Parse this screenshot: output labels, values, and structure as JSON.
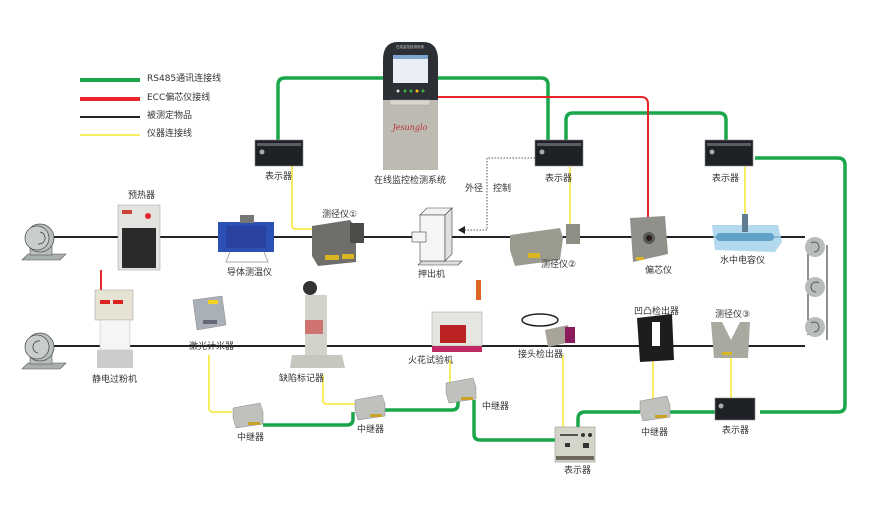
{
  "legend": [
    {
      "label": "RS485通讯连接线",
      "color": "#1aa64a"
    },
    {
      "label": "ECC偏芯仪接线",
      "color": "#e8262a"
    },
    {
      "label": "被测定物品",
      "color": "#222222"
    },
    {
      "label": "仪器连接线",
      "color": "#f5e52a"
    }
  ],
  "colors": {
    "rs485": "#1aa64a",
    "ecc": "#e8262a",
    "product": "#222222",
    "instrument": "#f5e52a",
    "control": "#555555"
  },
  "monitor": {
    "label": "在线监控检测系统",
    "screen_title": "在线监控检测系统",
    "brand": "Jesunglo"
  },
  "control_labels": {
    "diameter": "外径",
    "control": "控制"
  },
  "devices": {
    "preheater": "预热器",
    "conductor_temp": "导体测温仪",
    "gauge1": "测径仪①",
    "extruder": "押出机",
    "gauge2": "测径仪②",
    "eccentric": "偏芯仪",
    "capacitance": "水中电容仪",
    "powder": "静电过粉机",
    "laser_meter": "激光计米器",
    "marker": "缺陷标记器",
    "spark": "火花试验机",
    "joint": "接头检出器",
    "lump": "凹凸检出器",
    "gauge3": "测径仪③"
  },
  "displays": {
    "d1": "表示器",
    "d2": "表示器",
    "d3": "表示器",
    "d4": "表示器",
    "d5": "表示器"
  },
  "repeaters": {
    "r1": "中继器",
    "r2": "中继器",
    "r3": "中继器",
    "r4": "中继器"
  }
}
